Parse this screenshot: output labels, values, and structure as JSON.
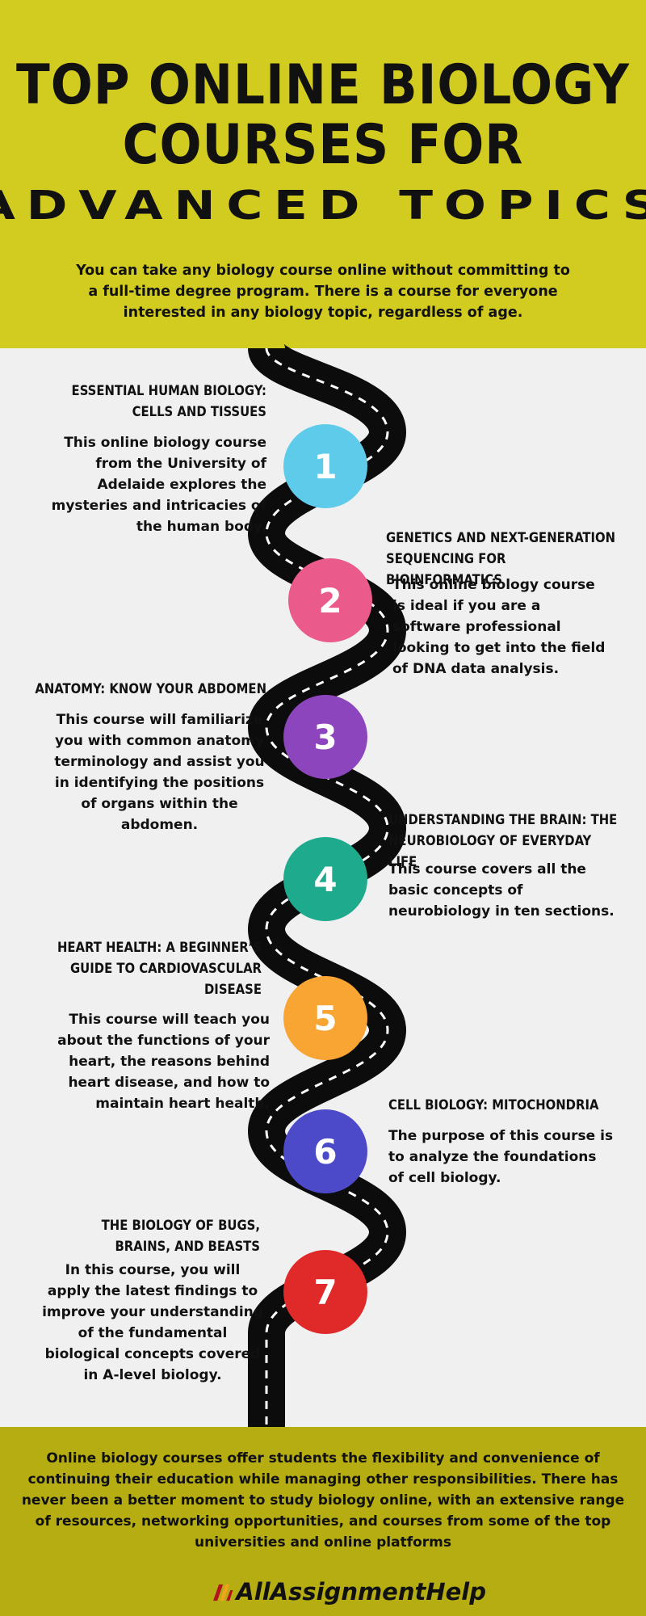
{
  "header": {
    "title_line1": "TOP ONLINE BIOLOGY",
    "title_line2": "COURSES FOR",
    "subtitle": "ADVANCED TOPICS",
    "intro": "You can take any biology course online without committing to a full-time degree program. There is a course for everyone interested in any biology topic, regardless of age."
  },
  "colors": {
    "header_bg": "#d3cc20",
    "footer_bg": "#b5ad12",
    "page_bg": "#f1f0f1",
    "road": "#0c0c0c",
    "road_dash": "#ffffff"
  },
  "courses": [
    {
      "number": "1",
      "color": "#5ecbea",
      "title": "ESSENTIAL HUMAN BIOLOGY: CELLS AND TISSUES",
      "description": "This online biology course from the University of Adelaide explores the mysteries and intricacies of the human body."
    },
    {
      "number": "2",
      "color": "#ea5b8c",
      "title": "GENETICS AND NEXT-GENERATION SEQUENCING FOR BIOINFORMATICS",
      "description": "This online biology course is ideal if you are a software professional looking to get into the field of DNA data analysis."
    },
    {
      "number": "3",
      "color": "#8d45bd",
      "title": "ANATOMY: KNOW YOUR ABDOMEN",
      "description": "This course will familiarize you with common anatomy terminology and assist you in identifying the positions of organs within the abdomen."
    },
    {
      "number": "4",
      "color": "#1eab8d",
      "title": "UNDERSTANDING THE BRAIN: THE NEUROBIOLOGY OF EVERYDAY LIFE",
      "description": "This course covers all the basic concepts of neurobiology in ten sections."
    },
    {
      "number": "5",
      "color": "#f8a533",
      "title": "HEART HEALTH: A BEGINNER’S GUIDE TO CARDIOVASCULAR DISEASE",
      "description": "This course will teach you about the functions of your heart, the reasons behind heart disease, and how to maintain heart health."
    },
    {
      "number": "6",
      "color": "#4c4ac9",
      "title": "CELL BIOLOGY: MITOCHONDRIA",
      "description": "The purpose of this course is to analyze the foundations of cell biology."
    },
    {
      "number": "7",
      "color": "#e02a2a",
      "title": "THE BIOLOGY OF BUGS, BRAINS, AND BEASTS",
      "description": "In this course, you will apply the latest findings to improve your understanding of the fundamental biological concepts covered in A-level biology."
    }
  ],
  "footer": {
    "closing": "Online biology courses offer students the flexibility and convenience of continuing their education while managing other responsibilities. There has never been a better moment to study biology online, with an extensive range of resources, networking opportunities, and courses from some of the top universities and online platforms",
    "logo_text": "AllAssignmentHelp",
    "logo_colors": [
      "#b3121f",
      "#f0a31c"
    ]
  }
}
